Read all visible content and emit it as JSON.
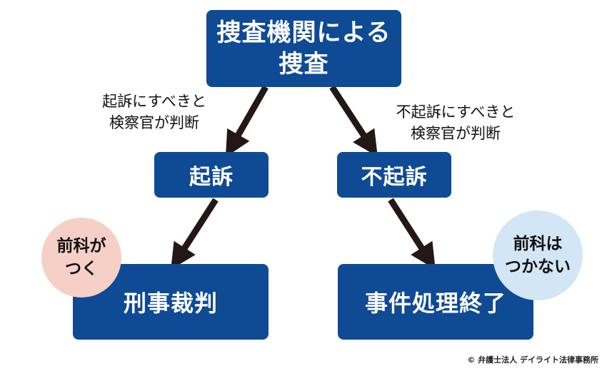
{
  "nodes": {
    "investigation": {
      "line1": "捜査機関による",
      "line2": "捜査"
    },
    "prosecution": "起訴",
    "non_prosecution": "不起訴",
    "criminal_trial": "刑事裁判",
    "case_closed": "事件処理終了"
  },
  "edge_labels": {
    "left": {
      "line1": "起訴にすべきと",
      "line2": "検察官が判断"
    },
    "right": {
      "line1": "不起訴にすべきと",
      "line2": "検察官が判断"
    }
  },
  "badges": {
    "criminal_record": {
      "line1": "前科が",
      "line2": "つく"
    },
    "no_criminal_record": {
      "line1": "前科は",
      "line2": "つかない"
    }
  },
  "copyright": "© 弁護士法人 デイライト法律事務所",
  "colors": {
    "box": "#0f4a94",
    "arrow": "#231815",
    "badge_record": "#f6d0c6",
    "badge_norecord": "#d3e6f5"
  }
}
